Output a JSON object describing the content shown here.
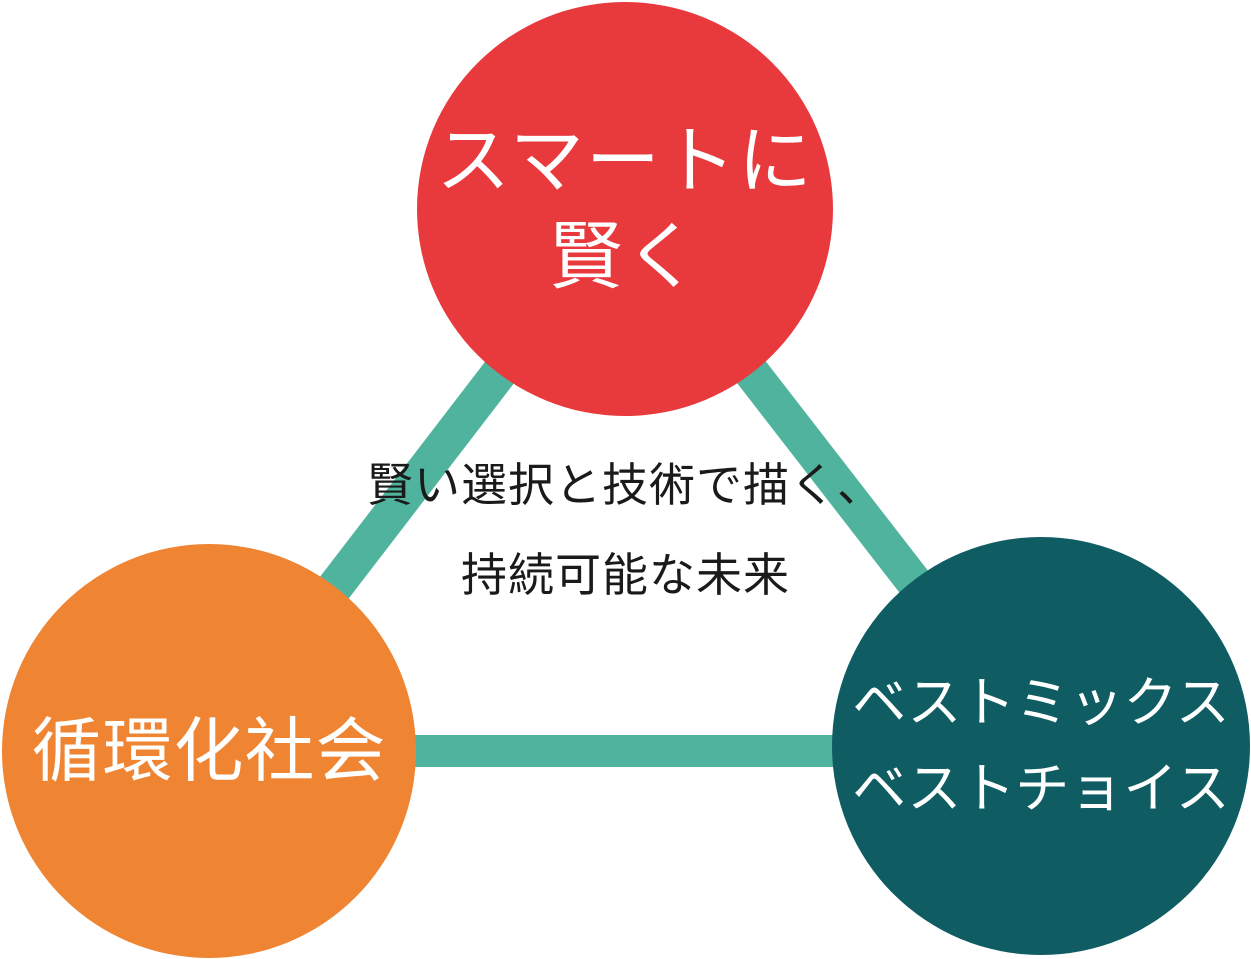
{
  "colors": {
    "connector": "#4fb39d",
    "top_node": "#e8393d",
    "left_node": "#ef8432",
    "right_node": "#0f5d63",
    "node_text": "#ffffff",
    "center_text": "#1a1a1a"
  },
  "nodes": {
    "top": {
      "lines": [
        "スマートに",
        "賢く"
      ]
    },
    "left": {
      "lines": [
        "循環化社会"
      ]
    },
    "right": {
      "lines": [
        "ベストミックス",
        "ベストチョイス"
      ]
    }
  },
  "center": {
    "lines": [
      "賢い選択と技術で描く、",
      "持続可能な未来"
    ]
  }
}
